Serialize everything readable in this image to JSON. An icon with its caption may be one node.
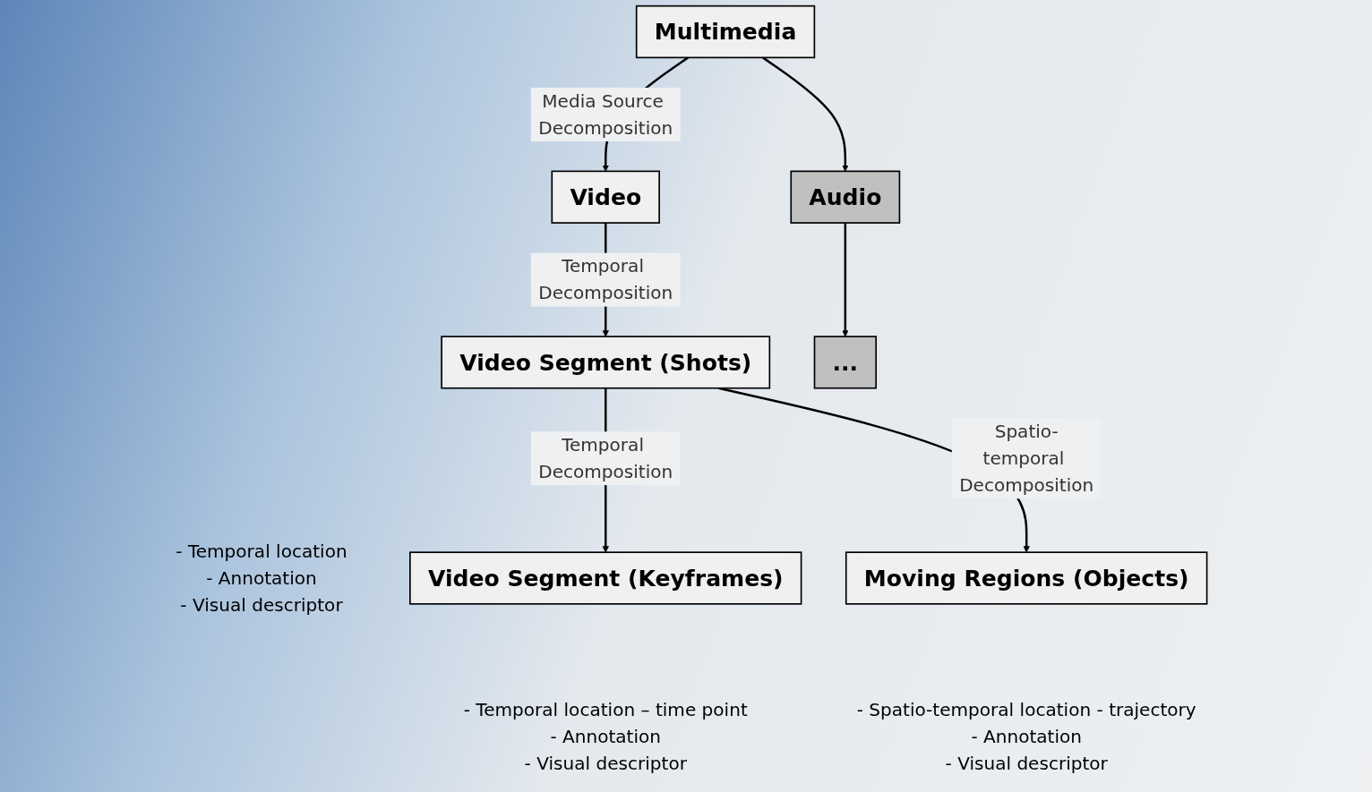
{
  "diagram": {
    "nodes": [
      {
        "text": [
          "Multimedia"
        ]
      },
      {
        "text": [
          "Video"
        ]
      },
      {
        "text": [
          "Audio"
        ]
      },
      {
        "text": [
          "Video Segment (Shots)"
        ],
        "beside": [
          "- Temporal location",
          "- Annotation",
          "- Visual descriptor"
        ]
      },
      {
        "text": [
          "..."
        ]
      },
      {
        "text": [
          "Video Segment (Keyframes)"
        ],
        "beside": [
          "- Temporal location – time point",
          "- Annotation",
          "- Visual descriptor"
        ]
      },
      {
        "text": [
          "Moving Regions (Objects)"
        ],
        "beside": [
          "- Spatio-temporal location - trajectory",
          "- Annotation",
          "- Visual descriptor"
        ]
      }
    ],
    "edges": [
      {
        "from": 0,
        "to": 1,
        "arrow": "to",
        "label": "Media Source Decomposition"
      },
      {
        "from": 0,
        "to": 2,
        "arrow": "to"
      },
      {
        "from": 1,
        "to": 3,
        "arrow": "to",
        "label": "Temporal Decomposition"
      },
      {
        "from": 2,
        "to": 4,
        "arrow": "to"
      },
      {
        "from": 3,
        "to": 5,
        "arrow": "to",
        "label": "Temporal Decomposition"
      },
      {
        "from": 3,
        "to": 6,
        "arrow": "to",
        "label": "Spatio-temporal Decomposition"
      }
    ]
  }
}
